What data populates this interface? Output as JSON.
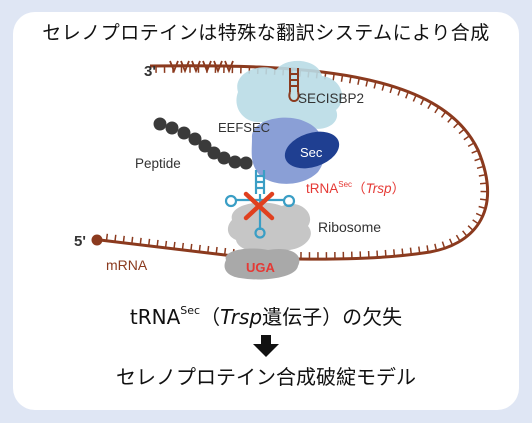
{
  "title": "セレノプロテインは特殊な翻訳システムにより合成",
  "diagram": {
    "three_prime": "3'",
    "five_prime": "5'",
    "mrna": "mRNA",
    "secisbp2": "SECISBP2",
    "eefsec": "EEFSEC",
    "sec": "Sec",
    "peptide": "Peptide",
    "trna_main": "tRNA",
    "trna_sup": "Sec",
    "trna_gene": "Trsp",
    "ribosome": "Ribosome",
    "uga": "UGA"
  },
  "caption": {
    "prefix": "tRNA",
    "sup": "Sec",
    "open": "（",
    "gene": "Trsp",
    "rest": "遺伝子）の欠失",
    "result": "セレノプロテイン合成破綻モデル"
  },
  "colors": {
    "mrna": "#8b3a1e",
    "secis_cloud": "#b9dce6",
    "eefsec": "#8a9fd6",
    "sec_oval": "#1f3f91",
    "trna": "#3a9ec5",
    "ribosome": "#bdbdbd",
    "cross": "#e0401f",
    "uga": "#e53935",
    "bead": "#3a3a3a"
  }
}
